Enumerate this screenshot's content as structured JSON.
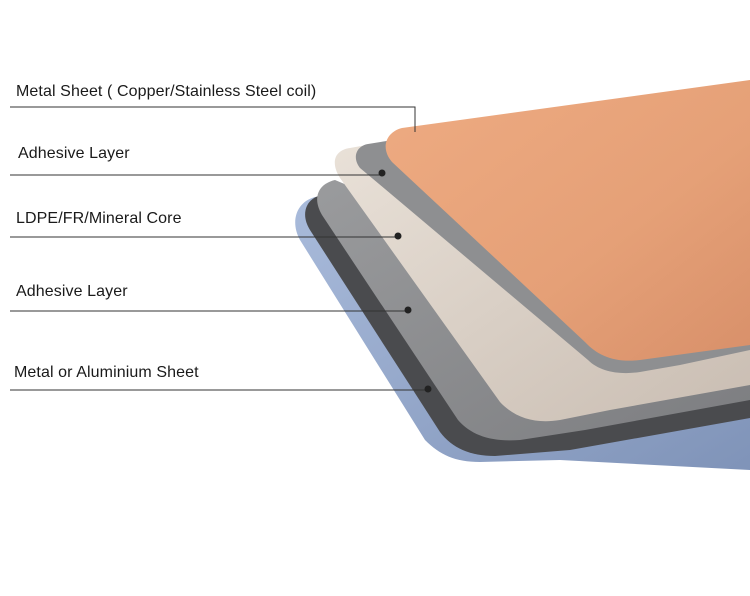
{
  "layers": [
    {
      "id": "metal-sheet-top",
      "label": "Metal Sheet ( Copper/Stainless Steel coil)",
      "color": "#e8a47c"
    },
    {
      "id": "adhesive-layer-top",
      "label": "Adhesive Layer",
      "color": "#8e8f91"
    },
    {
      "id": "core",
      "label": "LDPE/FR/Mineral Core",
      "color": "#d8cfc6"
    },
    {
      "id": "adhesive-layer-bottom",
      "label": "Adhesive Layer",
      "color": "#8a8b8d"
    },
    {
      "id": "metal-sheet-bottom",
      "label": "Metal or Aluminium  Sheet",
      "color": "#9fb2d2"
    }
  ]
}
